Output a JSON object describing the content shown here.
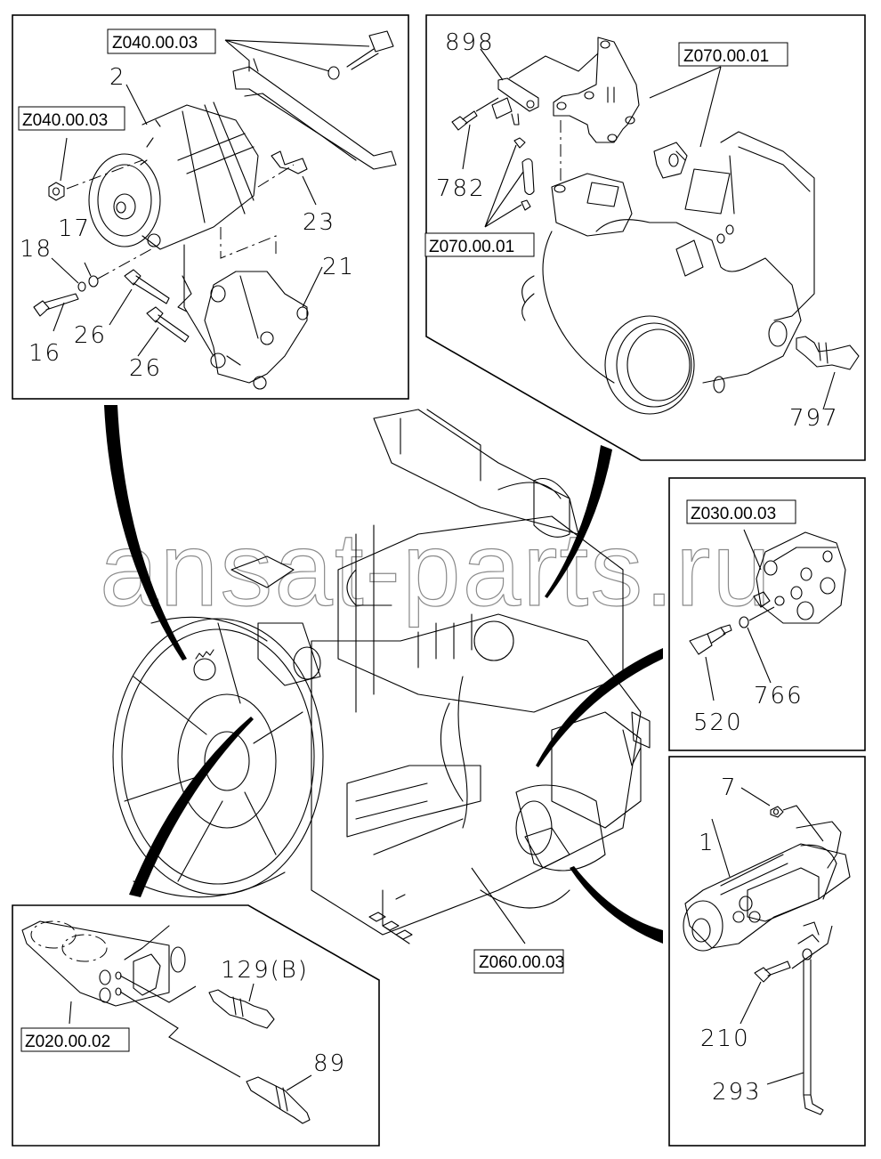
{
  "diagram": {
    "title": "Engine electrical parts diagram",
    "watermark": "ansat-parts.ru",
    "panels": {
      "alternator": {
        "refs": [
          "Z040.00.03",
          "Z040.00.03"
        ],
        "parts": [
          "2",
          "17",
          "18",
          "16",
          "26",
          "26",
          "21",
          "23"
        ]
      },
      "egr_sensor": {
        "refs": [
          "Z070.00.01",
          "Z070.00.01"
        ],
        "parts": [
          "898",
          "782",
          "797"
        ]
      },
      "oil_pressure": {
        "refs": [
          "Z030.00.03"
        ],
        "parts": [
          "520",
          "766"
        ]
      },
      "starter": {
        "refs": [],
        "parts": [
          "7",
          "1",
          "210",
          "293"
        ]
      },
      "glow_plug": {
        "refs": [
          "Z020.00.02"
        ],
        "parts": [
          "129(B)",
          "89"
        ]
      },
      "main_engine": {
        "refs": [
          "Z060.00.03"
        ]
      }
    }
  }
}
